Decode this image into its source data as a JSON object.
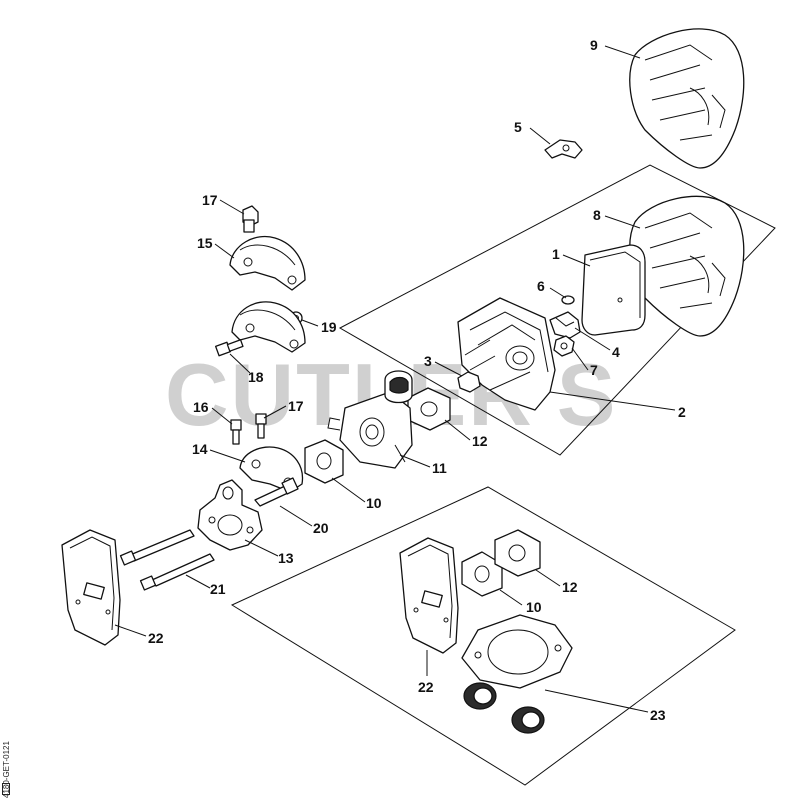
{
  "watermark": "CUTLER'S",
  "side_code": "4180-GET-0121",
  "callouts": {
    "c1": "1",
    "c2": "2",
    "c3": "3",
    "c4": "4",
    "c5": "5",
    "c6": "6",
    "c7": "7",
    "c8": "8",
    "c9": "9",
    "c10a": "10",
    "c10b": "10",
    "c11": "11",
    "c12a": "12",
    "c12b": "12",
    "c13": "13",
    "c14": "14",
    "c15": "15",
    "c16": "16",
    "c17a": "17",
    "c17b": "17",
    "c18": "18",
    "c19": "19",
    "c20": "20",
    "c21": "21",
    "c22a": "22",
    "c22b": "22",
    "c23": "23"
  }
}
